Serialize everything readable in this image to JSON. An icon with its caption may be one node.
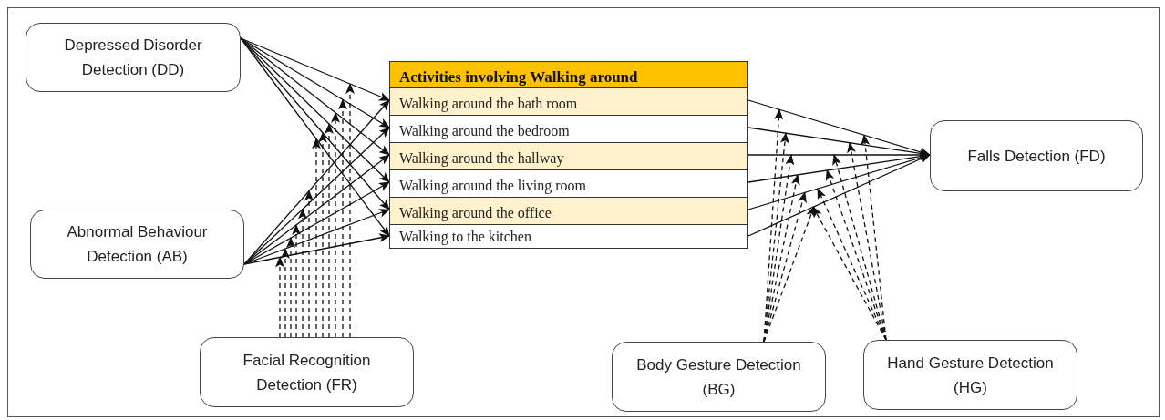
{
  "diagram": {
    "nodes": [
      {
        "text": [
          "Depressed Disorder Detection (DD)"
        ]
      },
      {
        "text": [
          "Abnormal Behaviour Detection (AB)"
        ]
      },
      {
        "text": [
          "Facial Recognition Detection (FR)"
        ]
      },
      {
        "text": [
          "Activities involving Walking around"
        ]
      },
      {
        "text": [
          "Walking around the bath room"
        ],
        "in": 3
      },
      {
        "text": [
          "Walking around the bedroom"
        ],
        "in": 3
      },
      {
        "text": [
          "Walking around the hallway"
        ],
        "in": 3
      },
      {
        "text": [
          "Walking around the living room"
        ],
        "in": 3
      },
      {
        "text": [
          "Walking around the office"
        ],
        "in": 3
      },
      {
        "text": [
          "Walking to the kitchen"
        ],
        "in": 3
      },
      {
        "text": [
          "Falls Detection (FD)"
        ]
      },
      {
        "text": [
          "Body Gesture Detection (BG)"
        ]
      },
      {
        "text": [
          "Hand Gesture Detection (HG)"
        ]
      }
    ],
    "edges": [
      {
        "from": 0,
        "to": 4,
        "arrow": "to"
      },
      {
        "from": 0,
        "to": 5,
        "arrow": "to"
      },
      {
        "from": 0,
        "to": 6,
        "arrow": "to"
      },
      {
        "from": 0,
        "to": 7,
        "arrow": "to"
      },
      {
        "from": 0,
        "to": 8,
        "arrow": "to"
      },
      {
        "from": 0,
        "to": 9,
        "arrow": "to"
      },
      {
        "from": 1,
        "to": 4,
        "arrow": "to"
      },
      {
        "from": 1,
        "to": 5,
        "arrow": "to"
      },
      {
        "from": 1,
        "to": 6,
        "arrow": "to"
      },
      {
        "from": 1,
        "to": 7,
        "arrow": "to"
      },
      {
        "from": 1,
        "to": 8,
        "arrow": "to"
      },
      {
        "from": 1,
        "to": 9,
        "arrow": "to"
      },
      {
        "from": 2,
        "to": null,
        "arrow": "to",
        "style": "dashed"
      },
      {
        "from": 2,
        "to": null,
        "arrow": "to",
        "style": "dashed"
      },
      {
        "from": 2,
        "to": null,
        "arrow": "to",
        "style": "dashed"
      },
      {
        "from": 2,
        "to": null,
        "arrow": "to",
        "style": "dashed"
      },
      {
        "from": 2,
        "to": null,
        "arrow": "to",
        "style": "dashed"
      },
      {
        "from": 2,
        "to": null,
        "arrow": "to",
        "style": "dashed"
      },
      {
        "from": 2,
        "to": null,
        "arrow": "to",
        "style": "dashed"
      },
      {
        "from": 2,
        "to": null,
        "arrow": "to",
        "style": "dashed"
      },
      {
        "from": 2,
        "to": null,
        "arrow": "to",
        "style": "dashed"
      },
      {
        "from": 2,
        "to": null,
        "arrow": "to",
        "style": "dashed"
      },
      {
        "from": 2,
        "to": null,
        "arrow": "to",
        "style": "dashed"
      },
      {
        "from": 2,
        "to": null,
        "arrow": "to",
        "style": "dashed"
      },
      {
        "from": 4,
        "to": 10,
        "arrow": "to"
      },
      {
        "from": 5,
        "to": 10,
        "arrow": "to"
      },
      {
        "from": 6,
        "to": 10,
        "arrow": "to"
      },
      {
        "from": 7,
        "to": 10,
        "arrow": "to"
      },
      {
        "from": 8,
        "to": 10,
        "arrow": "to"
      },
      {
        "from": 9,
        "to": 10,
        "arrow": "to"
      },
      {
        "from": 11,
        "to": null,
        "arrow": "to",
        "style": "dashed"
      },
      {
        "from": 11,
        "to": null,
        "arrow": "to",
        "style": "dashed"
      },
      {
        "from": 11,
        "to": null,
        "arrow": "to",
        "style": "dashed"
      },
      {
        "from": 11,
        "to": null,
        "arrow": "to",
        "style": "dashed"
      },
      {
        "from": 11,
        "to": null,
        "arrow": "to",
        "style": "dashed"
      },
      {
        "from": 11,
        "to": null,
        "arrow": "to",
        "style": "dashed"
      },
      {
        "from": 12,
        "to": null,
        "arrow": "to",
        "style": "dashed"
      },
      {
        "from": 12,
        "to": null,
        "arrow": "to",
        "style": "dashed"
      },
      {
        "from": 12,
        "to": null,
        "arrow": "to",
        "style": "dashed"
      },
      {
        "from": 12,
        "to": null,
        "arrow": "to",
        "style": "dashed"
      },
      {
        "from": 12,
        "to": null,
        "arrow": "to",
        "style": "dashed"
      },
      {
        "from": 12,
        "to": null,
        "arrow": "to",
        "style": "dashed"
      }
    ]
  }
}
